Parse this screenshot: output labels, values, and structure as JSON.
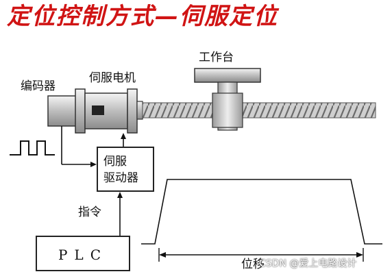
{
  "title": "定位控制方式—伺服定位",
  "labels": {
    "worktable": "工作台",
    "servo_motor": "伺服电机",
    "encoder": "编码器",
    "servo_driver": "伺服\n驱动器",
    "command": "指令",
    "plc": "PLC",
    "displacement": "位移"
  },
  "watermark": "CSDN @爱上电路设计",
  "colors": {
    "title": "#d01414",
    "line": "#222222",
    "screw": "#8a8a8a",
    "metal": "#c8c8c8"
  }
}
